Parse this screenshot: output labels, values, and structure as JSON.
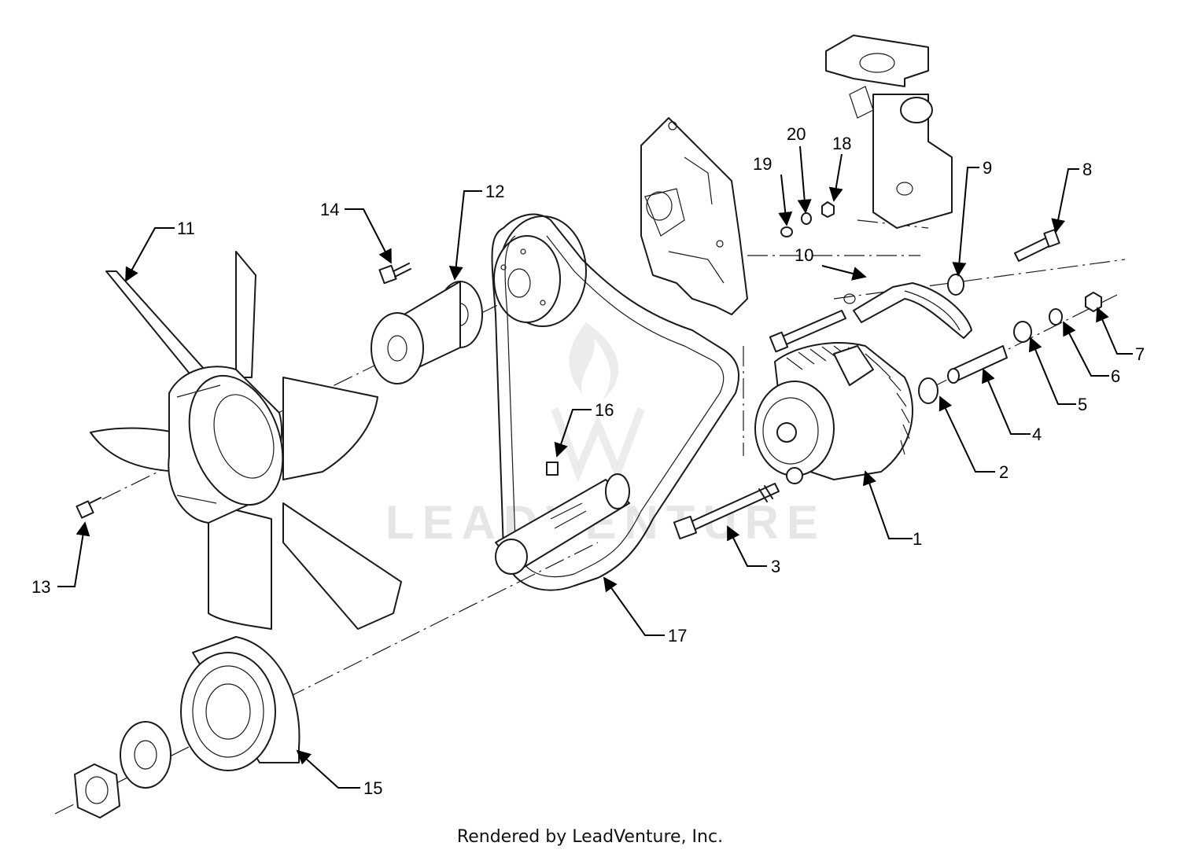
{
  "diagram": {
    "watermark": "LEADVENTURE",
    "callouts": [
      {
        "id": "1",
        "label": "1"
      },
      {
        "id": "2",
        "label": "2"
      },
      {
        "id": "3",
        "label": "3"
      },
      {
        "id": "4",
        "label": "4"
      },
      {
        "id": "5",
        "label": "5"
      },
      {
        "id": "6",
        "label": "6"
      },
      {
        "id": "7",
        "label": "7"
      },
      {
        "id": "8",
        "label": "8"
      },
      {
        "id": "9",
        "label": "9"
      },
      {
        "id": "10",
        "label": "10"
      },
      {
        "id": "11",
        "label": "11"
      },
      {
        "id": "12",
        "label": "12"
      },
      {
        "id": "13",
        "label": "13"
      },
      {
        "id": "14",
        "label": "14"
      },
      {
        "id": "15",
        "label": "15"
      },
      {
        "id": "16",
        "label": "16"
      },
      {
        "id": "17",
        "label": "17"
      },
      {
        "id": "18",
        "label": "18"
      },
      {
        "id": "19",
        "label": "19"
      },
      {
        "id": "20",
        "label": "20"
      }
    ]
  },
  "footer": {
    "text": "Rendered by LeadVenture, Inc."
  },
  "colors": {
    "line": "#1a1a1a",
    "watermark": "#e6e6e6",
    "background": "#ffffff"
  }
}
